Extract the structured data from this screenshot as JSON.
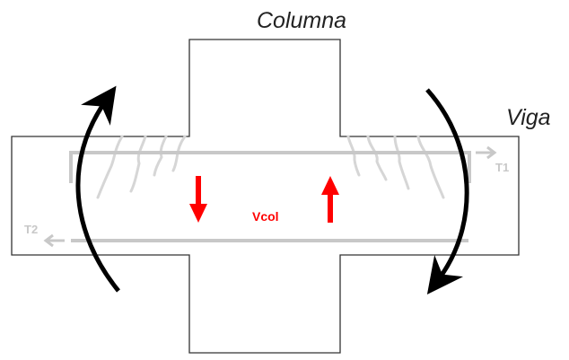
{
  "labels": {
    "column": "Columna",
    "beam": "Viga",
    "t1": "T1",
    "t2": "T2",
    "vcol": "Vcol"
  },
  "colors": {
    "outline": "#333333",
    "rebar": "#c8c8c8",
    "cracks": "#d6d6d6",
    "shear": "#ff0000",
    "moment": "#000000"
  }
}
